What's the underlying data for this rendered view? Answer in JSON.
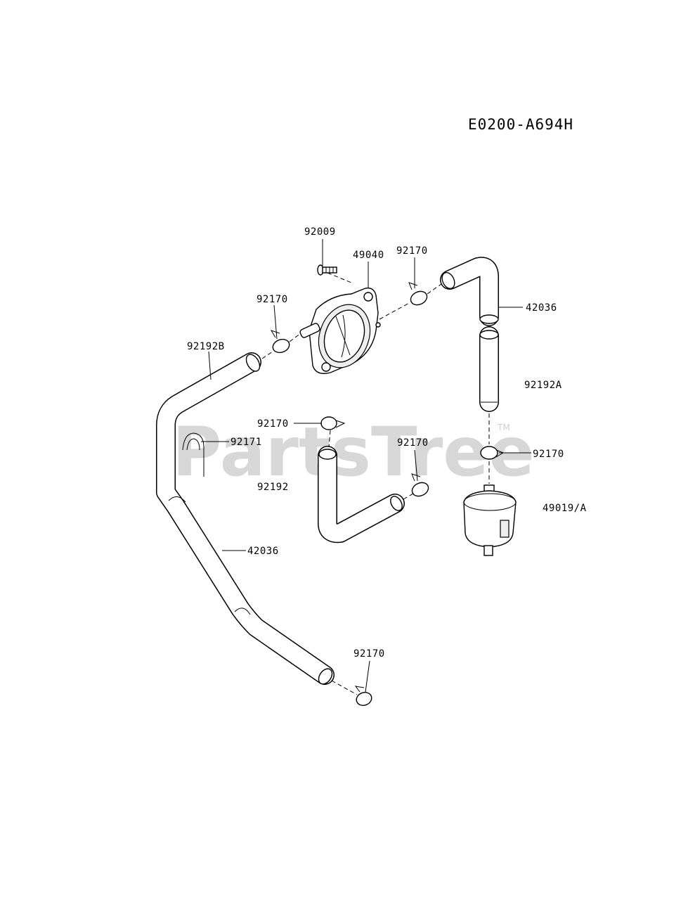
{
  "diagram": {
    "code": "E0200-A694H",
    "watermark": "PartsTree",
    "watermark_mark": "TM",
    "labels": {
      "l_92009": "92009",
      "l_49040": "49040",
      "l_92170_a": "92170",
      "l_92170_b": "92170",
      "l_42036_a": "42036",
      "l_92192B": "92192B",
      "l_92192A": "92192A",
      "l_92170_c": "92170",
      "l_92171": "92171",
      "l_92170_d": "92170",
      "l_92170_e": "92170",
      "l_92192": "92192",
      "l_49019A": "49019/A",
      "l_42036_b": "42036",
      "l_92170_f": "92170"
    }
  }
}
